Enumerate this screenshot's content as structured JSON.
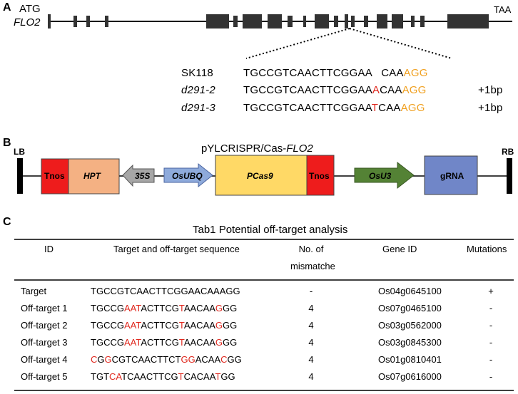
{
  "panelA": {
    "label": "A",
    "start": "ATG",
    "end": "TAA",
    "gene": "FLO2",
    "rows": [
      {
        "name": "SK118",
        "italic": false,
        "segments": [
          {
            "t": "TGCCGTCAACTTCGGAA",
            "c": ""
          },
          {
            "t": "   ",
            "c": ""
          },
          {
            "t": "CAA",
            "c": ""
          },
          {
            "t": "AGG",
            "c": "gold"
          }
        ],
        "note": ""
      },
      {
        "name": "d291-2",
        "italic": true,
        "segments": [
          {
            "t": "TGCCGTCAACTTCGGAA",
            "c": ""
          },
          {
            "t": "A",
            "c": "red"
          },
          {
            "t": "CAA",
            "c": ""
          },
          {
            "t": "AGG",
            "c": "gold"
          }
        ],
        "note": "+1bp"
      },
      {
        "name": "d291-3",
        "italic": true,
        "segments": [
          {
            "t": "TGCCGTCAACTTCGGAA",
            "c": ""
          },
          {
            "t": "T",
            "c": "red"
          },
          {
            "t": "CAA",
            "c": ""
          },
          {
            "t": "AGG",
            "c": "gold"
          }
        ],
        "note": "+1bp"
      }
    ]
  },
  "panelB": {
    "label": "B",
    "title_prefix": "pYLCRISPR/Cas-",
    "title_gene": "FLO2",
    "lb": "LB",
    "rb": "RB",
    "tnos1": "Tnos",
    "hpt": "HPT",
    "p35s": "35S",
    "osubq": "OsUBQ",
    "pcas9": "PCas9",
    "tnos2": "Tnos",
    "osu3": "OsU3",
    "grna": "gRNA",
    "colors": {
      "tnos": "#ee1c1c",
      "hpt": "#f4b183",
      "p35s": "#a6a6a6",
      "osubq": "#8eaadb",
      "pcas9": "#ffd966",
      "osu3": "#548235",
      "grna": "#7086c8"
    }
  },
  "panelC": {
    "label": "C",
    "caption": "Tab1 Potential off-target analysis",
    "headers": {
      "id": "ID",
      "seq": "Target and off-target sequence",
      "mm1": "No. of",
      "mm2": "mismatche",
      "gene": "Gene ID",
      "mut": "Mutations"
    },
    "rows": [
      {
        "id": "Target",
        "seq": "TGCCGTCAACTTCGGAACAAAGG",
        "red": [],
        "mm": "-",
        "gene": "Os04g0645100",
        "mut": "+"
      },
      {
        "id": "Off-target 1",
        "seq": "TGCCGAATACTTCGTAACAAGGG",
        "red": [
          5,
          6,
          7,
          14,
          20
        ],
        "mm": "4",
        "gene": "Os07g0465100",
        "mut": "-"
      },
      {
        "id": "Off-target 2",
        "seq": "TGCCGAATACTTCGTAACAAGGG",
        "red": [
          5,
          6,
          7,
          14,
          20
        ],
        "mm": "4",
        "gene": "Os03g0562000",
        "mut": "-"
      },
      {
        "id": "Off-target 3",
        "seq": "TGCCGAATACTTCGTAACAAGGG",
        "red": [
          5,
          6,
          7,
          14,
          20
        ],
        "mm": "4",
        "gene": "Os03g0845300",
        "mut": "-"
      },
      {
        "id": "Off-target 4",
        "seq": "CGGCGTCAACTTCTGGACAACGG",
        "red": [
          0,
          2,
          14,
          15,
          20
        ],
        "mm": "4",
        "gene": "Os01g0810401",
        "mut": "-"
      },
      {
        "id": "Off-target 5",
        "seq": "TGTCATCAACTTCGTCACAATGG",
        "red": [
          3,
          4,
          14,
          20
        ],
        "mm": "4",
        "gene": "Os07g0616000",
        "mut": "-"
      }
    ]
  }
}
